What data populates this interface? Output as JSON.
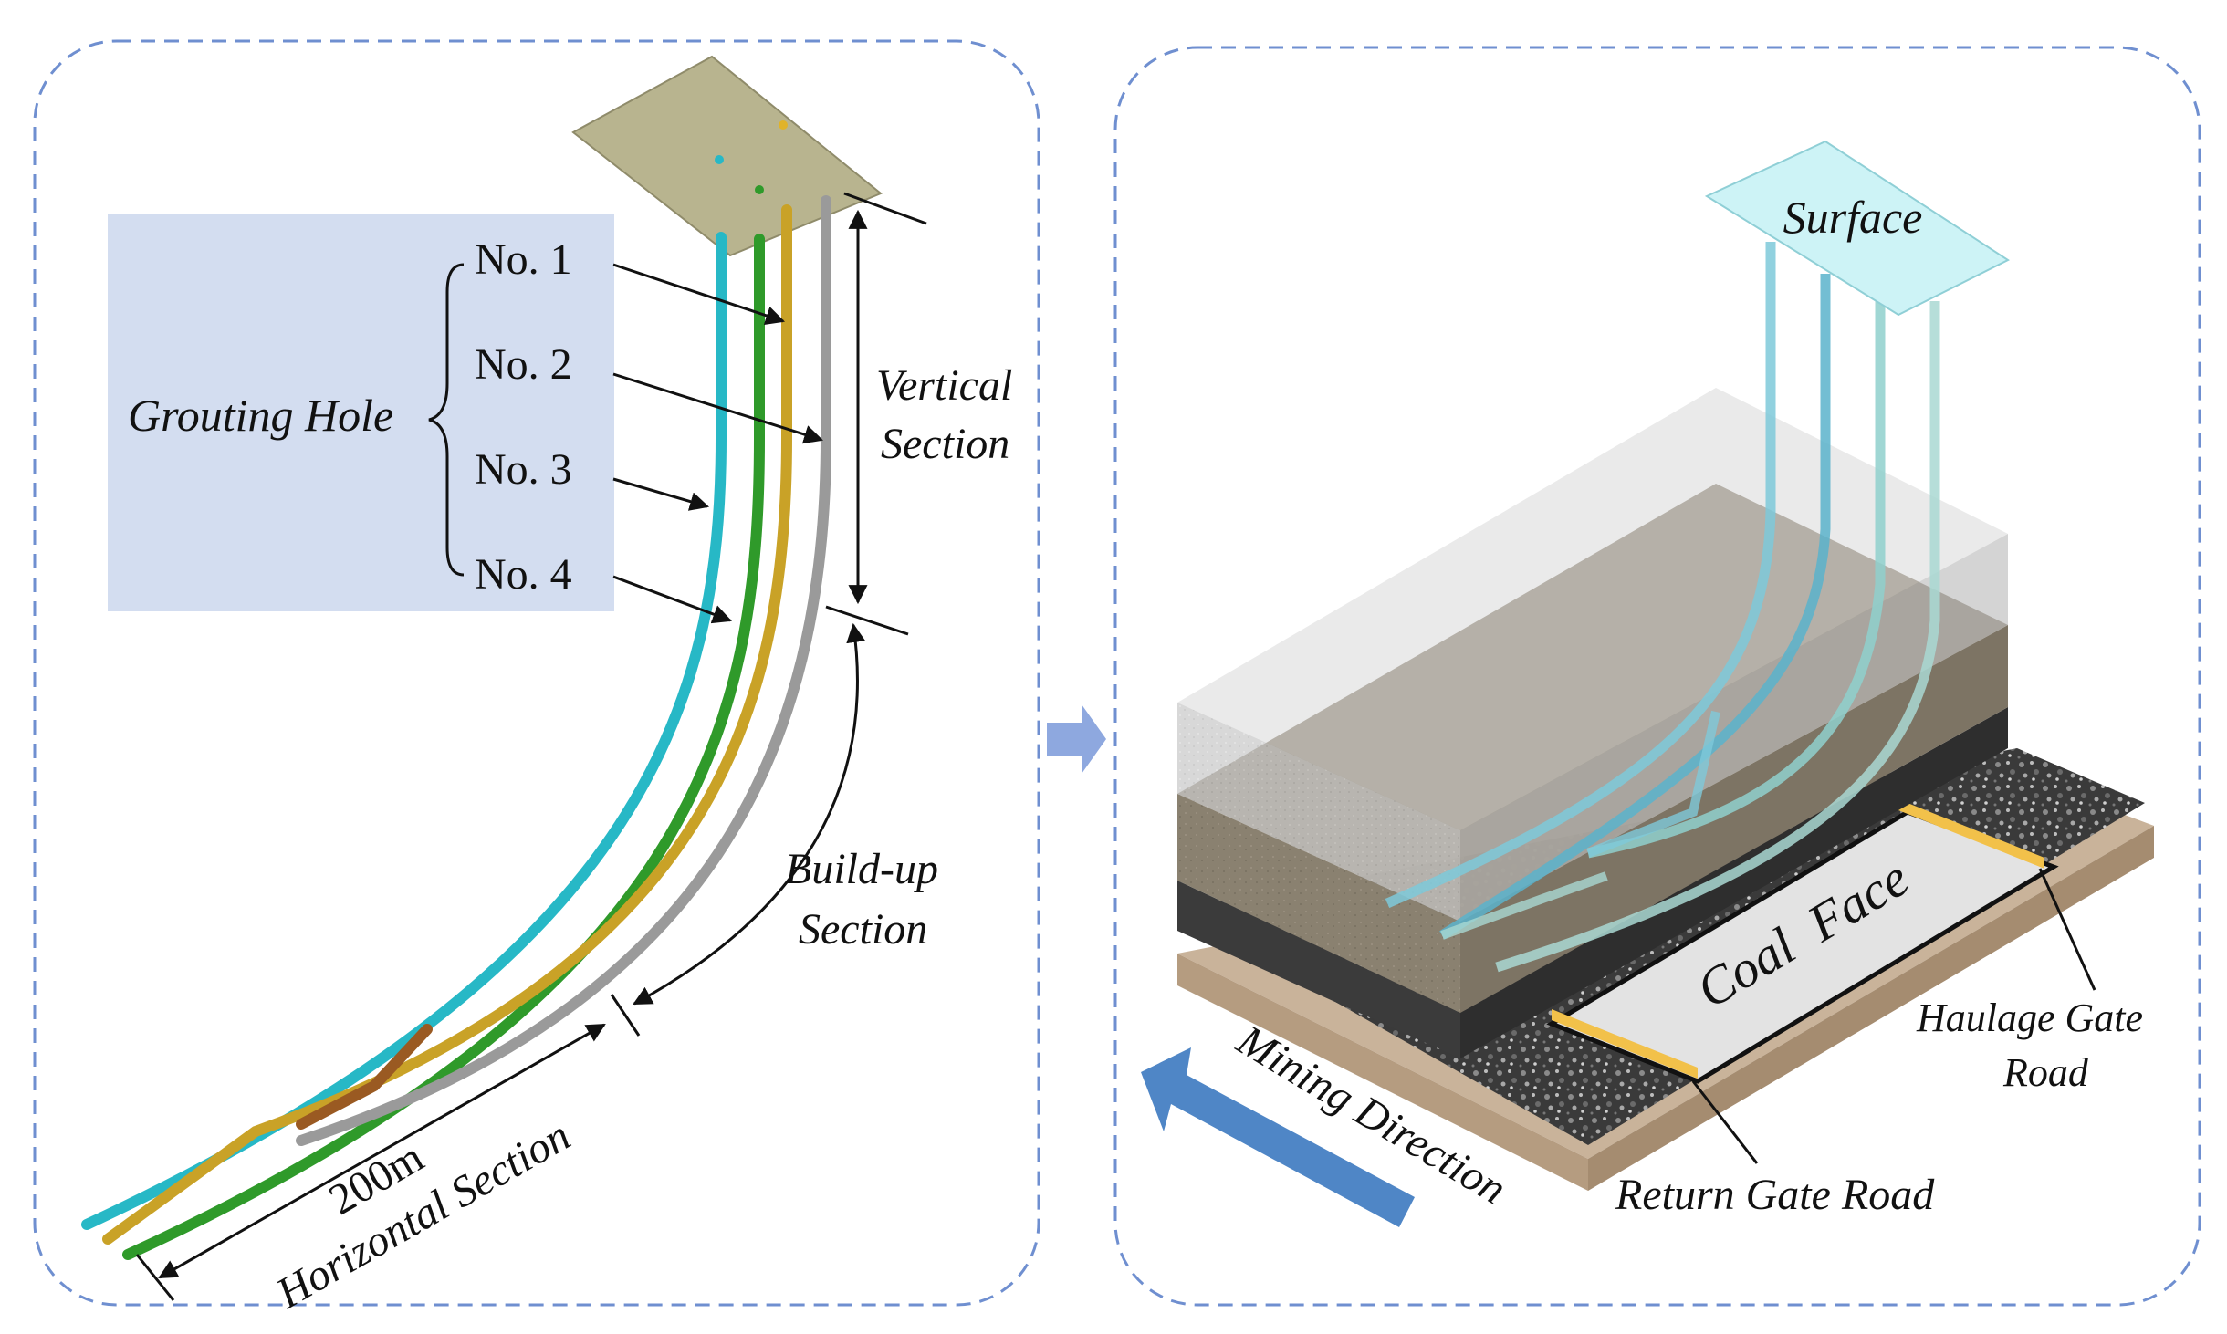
{
  "left_panel": {
    "legend_group_label": "Grouting Hole",
    "holes": [
      {
        "label": "No. 1",
        "color": "#c9a227"
      },
      {
        "label": "No. 2",
        "color": "#9a9a9a"
      },
      {
        "label": "No. 3",
        "color": "#27b8c6"
      },
      {
        "label": "No. 4",
        "color": "#2f9a2a"
      }
    ],
    "vertical_section_line1": "Vertical",
    "vertical_section_line2": "Section",
    "buildup_section_line1": "Build-up",
    "buildup_section_line2": "Section",
    "horizontal_length": "200m",
    "horizontal_section": "Horizontal Section"
  },
  "right_panel": {
    "surface_label": "Surface",
    "coal_face_label": "Coal  Face",
    "haulage_line1": "Haulage Gate",
    "haulage_line2": "Road",
    "return_gate_road": "Return Gate Road",
    "mining_direction": "Mining Direction"
  },
  "colors": {
    "panel_border": "#6f8fd0",
    "legend_box": "#d3ddf0",
    "surface_plate": "#b8b48f",
    "surface_label_box": "#cdf3f6",
    "arrow_blue": "#4f86c6"
  }
}
